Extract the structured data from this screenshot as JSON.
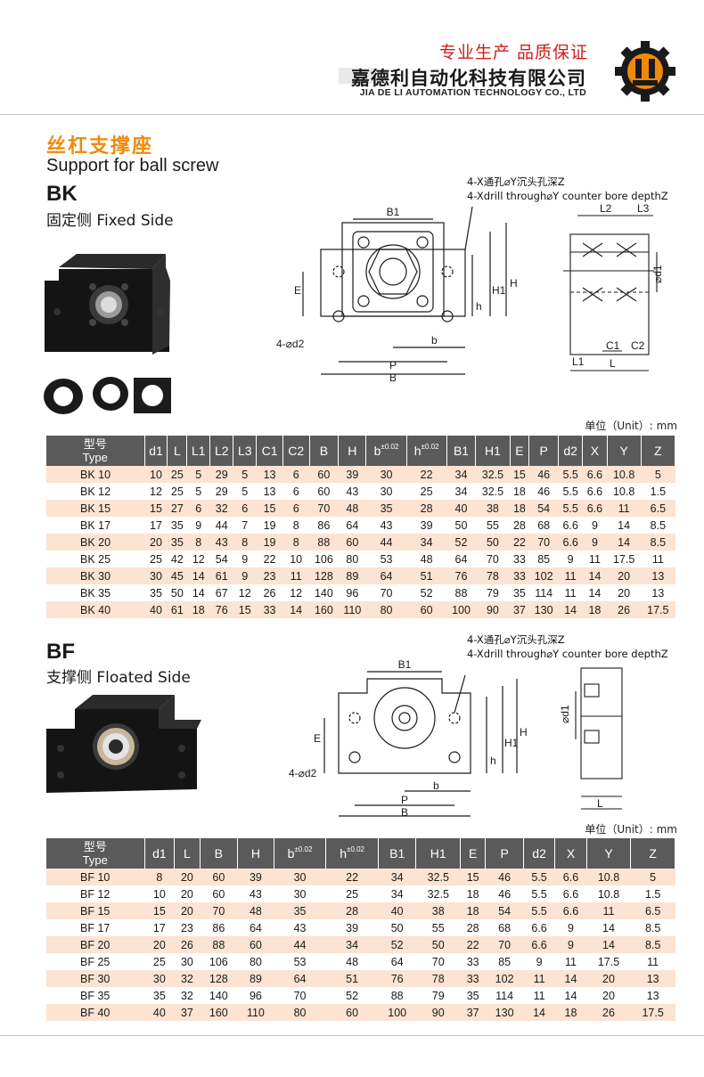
{
  "header": {
    "slogan": "专业生产 品质保证",
    "company_cn": "嘉德利自动化科技有限公司",
    "company_en": "JIA DE LI AUTOMATION TECHNOLOGY CO., LTD",
    "logo_icon": "gear-logo-icon"
  },
  "section": {
    "title_cn": "丝杠支撑座",
    "title_en": "Support for ball screw"
  },
  "bk": {
    "title": "BK",
    "subtitle": "固定侧 Fixed Side",
    "note_cn": "4-X通孔⌀Y沉头孔深Z",
    "note_en": "4-Xdrill through⌀Y counter bore depthZ",
    "unit": "单位（Unit）: mm",
    "headers": [
      "型号",
      "Type",
      "d1",
      "L",
      "L1",
      "L2",
      "L3",
      "C1",
      "C2",
      "B",
      "H",
      "b",
      "±0.02",
      "h",
      "±0.02",
      "B1",
      "H1",
      "E",
      "P",
      "d2",
      "X",
      "Y",
      "Z"
    ],
    "rows": [
      [
        "BK 10",
        "10",
        "25",
        "5",
        "29",
        "5",
        "13",
        "6",
        "60",
        "39",
        "30",
        "22",
        "34",
        "32.5",
        "15",
        "46",
        "5.5",
        "6.6",
        "10.8",
        "5"
      ],
      [
        "BK 12",
        "12",
        "25",
        "5",
        "29",
        "5",
        "13",
        "6",
        "60",
        "43",
        "30",
        "25",
        "34",
        "32.5",
        "18",
        "46",
        "5.5",
        "6.6",
        "10.8",
        "1.5"
      ],
      [
        "BK 15",
        "15",
        "27",
        "6",
        "32",
        "6",
        "15",
        "6",
        "70",
        "48",
        "35",
        "28",
        "40",
        "38",
        "18",
        "54",
        "5.5",
        "6.6",
        "11",
        "6.5"
      ],
      [
        "BK 17",
        "17",
        "35",
        "9",
        "44",
        "7",
        "19",
        "8",
        "86",
        "64",
        "43",
        "39",
        "50",
        "55",
        "28",
        "68",
        "6.6",
        "9",
        "14",
        "8.5"
      ],
      [
        "BK 20",
        "20",
        "35",
        "8",
        "43",
        "8",
        "19",
        "8",
        "88",
        "60",
        "44",
        "34",
        "52",
        "50",
        "22",
        "70",
        "6.6",
        "9",
        "14",
        "8.5"
      ],
      [
        "BK 25",
        "25",
        "42",
        "12",
        "54",
        "9",
        "22",
        "10",
        "106",
        "80",
        "53",
        "48",
        "64",
        "70",
        "33",
        "85",
        "9",
        "11",
        "17.5",
        "11"
      ],
      [
        "BK 30",
        "30",
        "45",
        "14",
        "61",
        "9",
        "23",
        "11",
        "128",
        "89",
        "64",
        "51",
        "76",
        "78",
        "33",
        "102",
        "11",
        "14",
        "20",
        "13"
      ],
      [
        "BK 35",
        "35",
        "50",
        "14",
        "67",
        "12",
        "26",
        "12",
        "140",
        "96",
        "70",
        "52",
        "88",
        "79",
        "35",
        "114",
        "11",
        "14",
        "20",
        "13"
      ],
      [
        "BK 40",
        "40",
        "61",
        "18",
        "76",
        "15",
        "33",
        "14",
        "160",
        "110",
        "80",
        "60",
        "100",
        "90",
        "37",
        "130",
        "14",
        "18",
        "26",
        "17.5"
      ]
    ]
  },
  "bf": {
    "title": "BF",
    "subtitle": "支撑侧 Floated Side",
    "note_cn": "4-X通孔⌀Y沉头孔深Z",
    "note_en": "4-Xdrill through⌀Y counter bore depthZ",
    "unit": "单位（Unit）: mm",
    "headers": [
      "型号",
      "Type",
      "d1",
      "L",
      "B",
      "H",
      "b",
      "±0.02",
      "h",
      "±0.02",
      "B1",
      "H1",
      "E",
      "P",
      "d2",
      "X",
      "Y",
      "Z"
    ],
    "rows": [
      [
        "BF 10",
        "8",
        "20",
        "60",
        "39",
        "30",
        "22",
        "34",
        "32.5",
        "15",
        "46",
        "5.5",
        "6.6",
        "10.8",
        "5"
      ],
      [
        "BF 12",
        "10",
        "20",
        "60",
        "43",
        "30",
        "25",
        "34",
        "32.5",
        "18",
        "46",
        "5.5",
        "6.6",
        "10.8",
        "1.5"
      ],
      [
        "BF 15",
        "15",
        "20",
        "70",
        "48",
        "35",
        "28",
        "40",
        "38",
        "18",
        "54",
        "5.5",
        "6.6",
        "11",
        "6.5"
      ],
      [
        "BF 17",
        "17",
        "23",
        "86",
        "64",
        "43",
        "39",
        "50",
        "55",
        "28",
        "68",
        "6.6",
        "9",
        "14",
        "8.5"
      ],
      [
        "BF 20",
        "20",
        "26",
        "88",
        "60",
        "44",
        "34",
        "52",
        "50",
        "22",
        "70",
        "6.6",
        "9",
        "14",
        "8.5"
      ],
      [
        "BF 25",
        "25",
        "30",
        "106",
        "80",
        "53",
        "48",
        "64",
        "70",
        "33",
        "85",
        "9",
        "11",
        "17.5",
        "11"
      ],
      [
        "BF 30",
        "30",
        "32",
        "128",
        "89",
        "64",
        "51",
        "76",
        "78",
        "33",
        "102",
        "11",
        "14",
        "20",
        "13"
      ],
      [
        "BF 35",
        "35",
        "32",
        "140",
        "96",
        "70",
        "52",
        "88",
        "79",
        "35",
        "114",
        "11",
        "14",
        "20",
        "13"
      ],
      [
        "BF 40",
        "40",
        "37",
        "160",
        "110",
        "80",
        "60",
        "100",
        "90",
        "37",
        "130",
        "14",
        "18",
        "26",
        "17.5"
      ]
    ]
  },
  "drawing_labels": {
    "B1": "B1",
    "E": "E",
    "h": "h",
    "H1": "H1",
    "H": "H",
    "d2": "4-⌀d2",
    "b": "b",
    "P": "P",
    "B": "B",
    "L2": "L2",
    "L3": "L3",
    "d1": "⌀d1",
    "C1": "C1",
    "C2": "C2",
    "L1": "L1",
    "L": "L"
  }
}
